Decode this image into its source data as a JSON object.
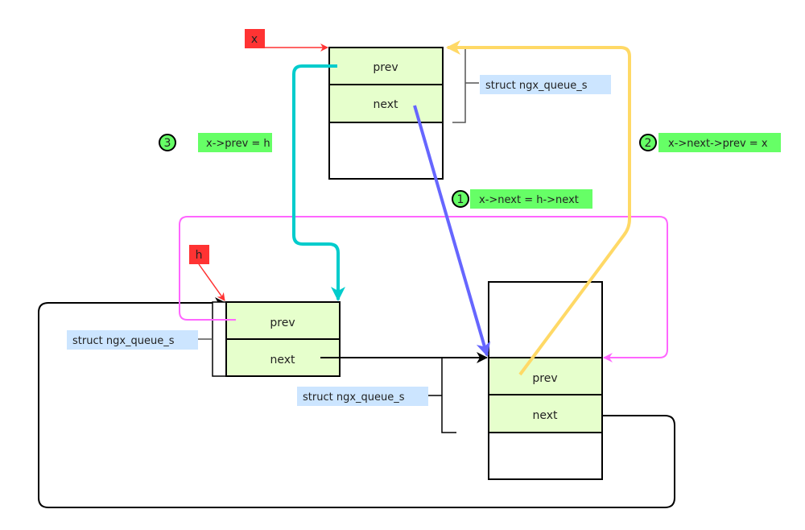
{
  "diagram": {
    "title": "ngx_queue_insert_head",
    "colors": {
      "cell_fill": "#e6ffcc",
      "label_fill": "#cce5ff",
      "pointer_fill": "#ff3333",
      "step_fill": "#66ff66",
      "step1_arrow": "#6666ff",
      "step2_arrow": "#ffd966",
      "step3_arrow": "#00cccc",
      "link_arrow": "#ff66ff",
      "black": "#000000"
    },
    "pointers": {
      "x": "x",
      "h": "h"
    },
    "node_x": {
      "prev": "prev",
      "next": "next",
      "struct_label": "struct ngx_queue_s"
    },
    "node_h": {
      "prev": "prev",
      "next": "next",
      "struct_label": "struct ngx_queue_s"
    },
    "node_hnext": {
      "prev": "prev",
      "next": "next",
      "struct_label": "struct ngx_queue_s"
    },
    "steps": [
      {
        "num": "1",
        "code": "x->next = h->next"
      },
      {
        "num": "2",
        "code": "x->next->prev = x"
      },
      {
        "num": "3",
        "code": "x->prev = h"
      }
    ]
  }
}
